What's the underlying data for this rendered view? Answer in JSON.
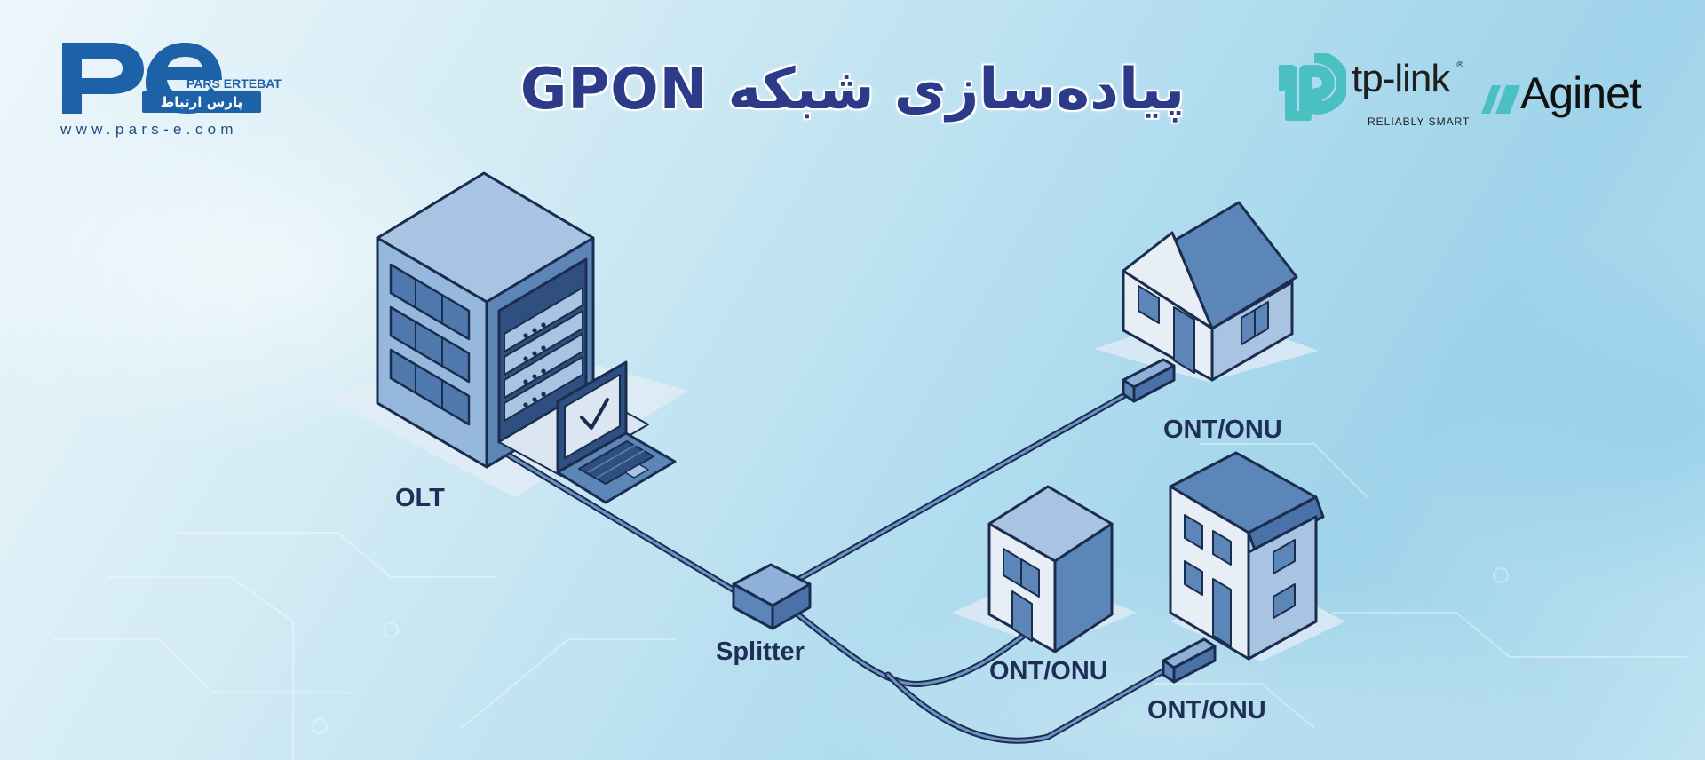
{
  "header": {
    "title": "پیاده‌سازی شبکه GPON",
    "pars_logo": {
      "mark": "pe-logo",
      "name_en": "PARS ERTEBAT",
      "name_fa": "پارس ارتباط",
      "url": "www.pars-e.com"
    },
    "tplink_logo": {
      "wordmark": "tp-link",
      "registered": "®",
      "tagline": "RELIABLY SMART",
      "icon": "tp-link-icon"
    },
    "aginet_logo": {
      "wordmark": "Aginet",
      "icon": "aginet-icon"
    }
  },
  "diagram": {
    "nodes": {
      "olt": "OLT",
      "splitter": "Splitter",
      "ont_1": "ONT/ONU",
      "ont_2": "ONT/ONU",
      "ont_3": "ONT/ONU"
    },
    "icons": [
      "olt-server-building-icon",
      "laptop-icon",
      "checkmark-icon",
      "splitter-box-icon",
      "house-icon",
      "small-building-icon",
      "apartment-building-icon",
      "ont-device-icon",
      "fiber-cable"
    ],
    "colors": {
      "primary_blue": "#5d86b8",
      "dark_blue": "#2d4f86",
      "light_blue": "#a9c4e3",
      "outline": "#1b2d4f",
      "title": "#2b3b8a",
      "brand_blue": "#1d61a9",
      "tplink_teal": "#4bc0c3"
    }
  }
}
